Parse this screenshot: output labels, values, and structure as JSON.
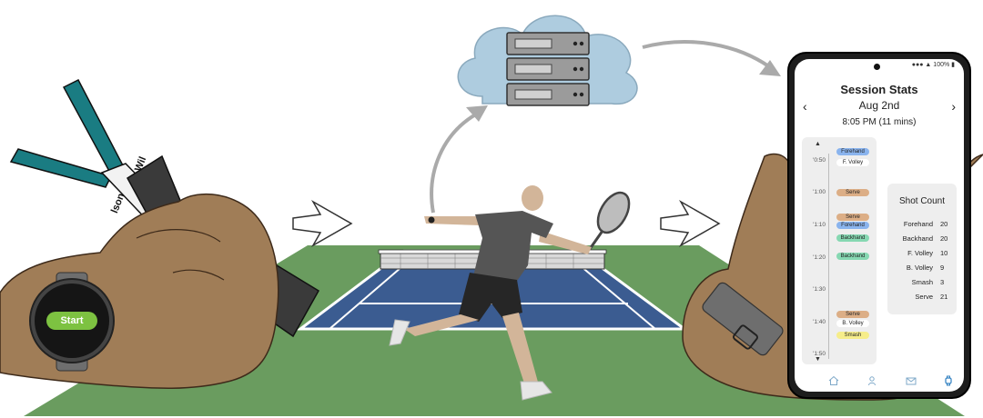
{
  "watch": {
    "start_label": "Start"
  },
  "racket": {
    "brand_top": "Wil",
    "brand_bottom": "lson"
  },
  "phone": {
    "status": "100%",
    "title": "Session Stats",
    "date": "Aug 2nd",
    "time": "8:05 PM (11 mins)",
    "timeline": {
      "ticks": [
        "'0:50",
        "'1:00",
        "'1:10",
        "'1:20",
        "'1:30",
        "'1:40",
        "'1:50"
      ],
      "events": [
        {
          "label": "Forehand",
          "color": "#8ab4ee"
        },
        {
          "label": "F. Volley",
          "color": "#ffffff"
        },
        {
          "label": "Serve",
          "color": "#dcae86"
        },
        {
          "label": "Serve",
          "color": "#dcae86"
        },
        {
          "label": "Forehand",
          "color": "#8ab4ee"
        },
        {
          "label": "Backhand",
          "color": "#86d8b2"
        },
        {
          "label": "Backhand",
          "color": "#86d8b2"
        },
        {
          "label": "Serve",
          "color": "#dcae86"
        },
        {
          "label": "B. Volley",
          "color": "#ffffff"
        },
        {
          "label": "Smash",
          "color": "#f6ed8a"
        }
      ]
    },
    "shot_count": {
      "title": "Shot Count",
      "rows": [
        {
          "name": "Forehand",
          "value": "20"
        },
        {
          "name": "Backhand",
          "value": "20"
        },
        {
          "name": "F. Volley",
          "value": "10"
        },
        {
          "name": "B. Volley",
          "value": "9"
        },
        {
          "name": "Smash",
          "value": "3"
        },
        {
          "name": "Serve",
          "value": "21"
        }
      ]
    }
  },
  "colors": {
    "skin": "#a07d57",
    "court_blue": "#3b5c91",
    "grass": "#6a9c5f",
    "racket_teal": "#1a7c82",
    "cloud": "#aeccdf",
    "server": "#9b9b9b",
    "start_green": "#7dc241"
  }
}
